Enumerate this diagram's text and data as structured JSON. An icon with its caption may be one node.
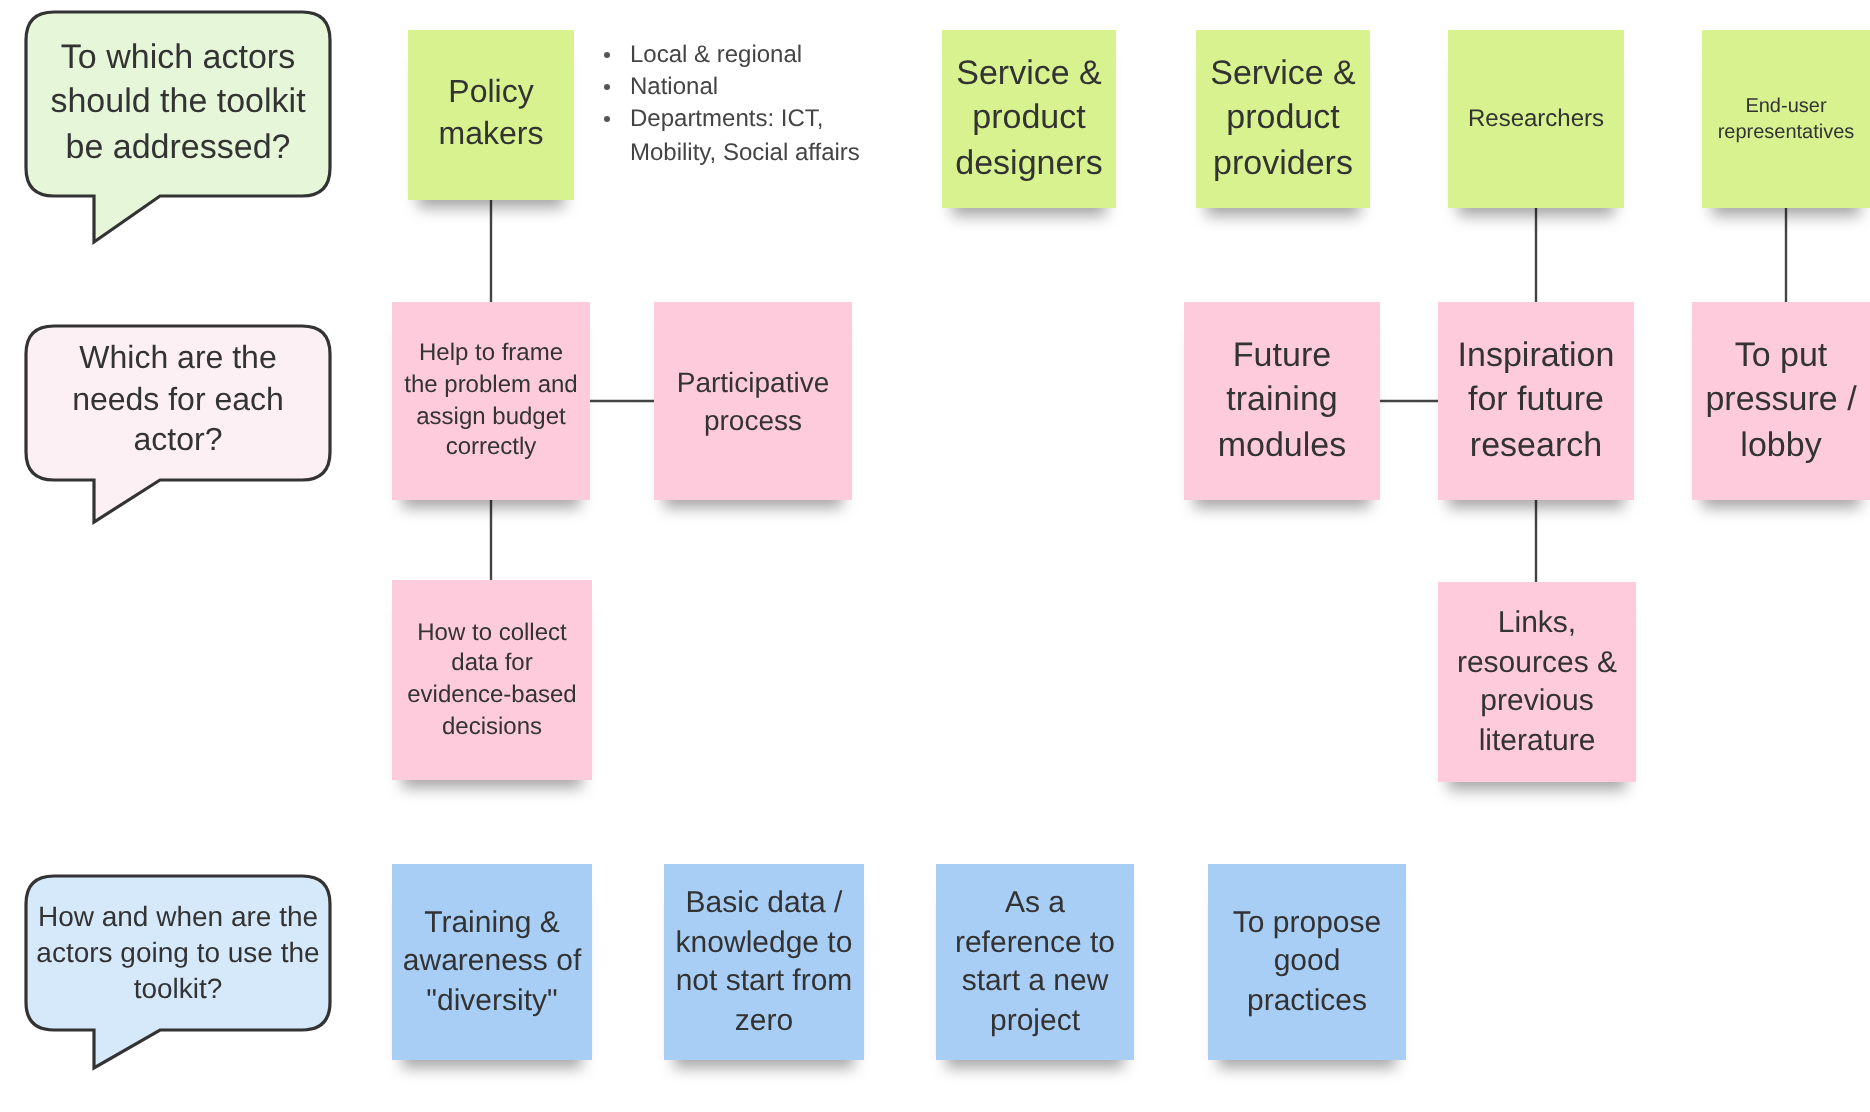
{
  "diagram": {
    "nodes": [
      {
        "text": [
          "To which actors should the toolkit be addressed?"
        ]
      },
      {
        "text": [
          "Policy makers"
        ],
        "beside": [
          "Local & regional",
          "National",
          "Departments: ICT, Mobility, Social affairs"
        ]
      },
      {
        "text": [
          "Service & product designers"
        ]
      },
      {
        "text": [
          "Service & product providers"
        ]
      },
      {
        "text": [
          "Researchers"
        ]
      },
      {
        "text": [
          "End-user representatives"
        ]
      },
      {
        "text": [
          "Which are the needs for each actor?"
        ]
      },
      {
        "text": [
          "Help to frame the problem and assign budget correctly"
        ]
      },
      {
        "text": [
          "Participative process"
        ]
      },
      {
        "text": [
          "Future training modules"
        ]
      },
      {
        "text": [
          "Inspiration for future research"
        ]
      },
      {
        "text": [
          "To put pressure / lobby"
        ]
      },
      {
        "text": [
          "How to collect data for evidence-based decisions"
        ]
      },
      {
        "text": [
          "Links, resources & previous literature"
        ]
      },
      {
        "text": [
          "How and when are the actors going to use the toolkit?"
        ]
      },
      {
        "text": [
          "Training & awareness of \"diversity\""
        ]
      },
      {
        "text": [
          "Basic data / knowledge to not start from zero"
        ]
      },
      {
        "text": [
          "As a reference to start a new project"
        ]
      },
      {
        "text": [
          "To propose good practices"
        ]
      }
    ],
    "edges": [
      {
        "from": 1,
        "to": 7,
        "arrow": "none"
      },
      {
        "from": 7,
        "to": 8,
        "arrow": "none"
      },
      {
        "from": 7,
        "to": 12,
        "arrow": "none"
      },
      {
        "from": 4,
        "to": 10,
        "arrow": "none"
      },
      {
        "from": 9,
        "to": 10,
        "arrow": "none"
      },
      {
        "from": 10,
        "to": 13,
        "arrow": "none"
      },
      {
        "from": 5,
        "to": 11,
        "arrow": "none"
      }
    ]
  }
}
